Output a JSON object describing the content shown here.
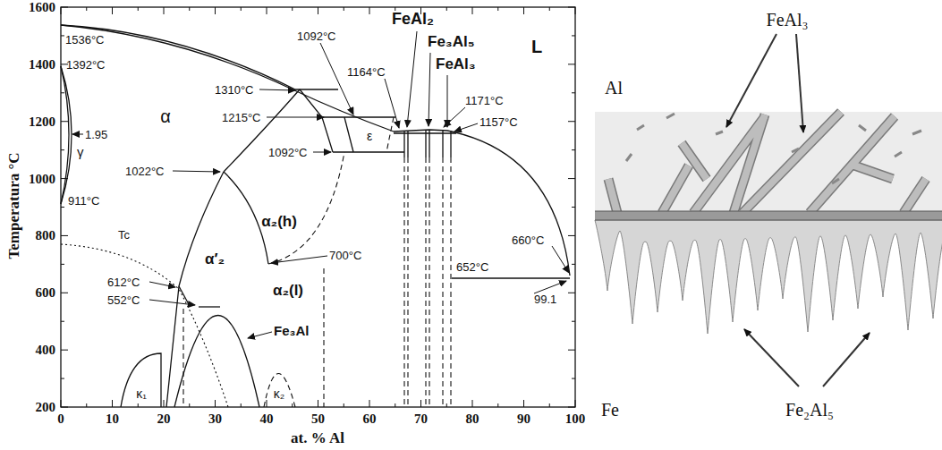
{
  "diagram": {
    "labels": [
      "1600",
      "1400",
      "1200",
      "1000",
      "800",
      "600",
      "400",
      "200",
      "0",
      "10",
      "20",
      "30",
      "40",
      "50",
      "60",
      "70",
      "80",
      "90",
      "100",
      "Temperatura °C",
      "at. % Al",
      "1536°C",
      "1392°C",
      "1.95",
      "γ",
      "911°C",
      "α",
      "Tc",
      "1092°C",
      "1310°C",
      "1215°C",
      "1092°C",
      "1022°C",
      "α₂(h)",
      "α′₂",
      "α₂(l)",
      "700°C",
      "612°C",
      "552°C",
      "Fe₃Al",
      "κ₁",
      "κ₂",
      "ε",
      "1164°C",
      "FeAl₂",
      "Fe₃Al₅",
      "FeAl₃",
      "1171°C",
      "1157°C",
      "L",
      "660°C",
      "652°C",
      "99.1",
      "FeAl₃",
      "Al",
      "Fe",
      "Fe₂Al₅"
    ]
  }
}
